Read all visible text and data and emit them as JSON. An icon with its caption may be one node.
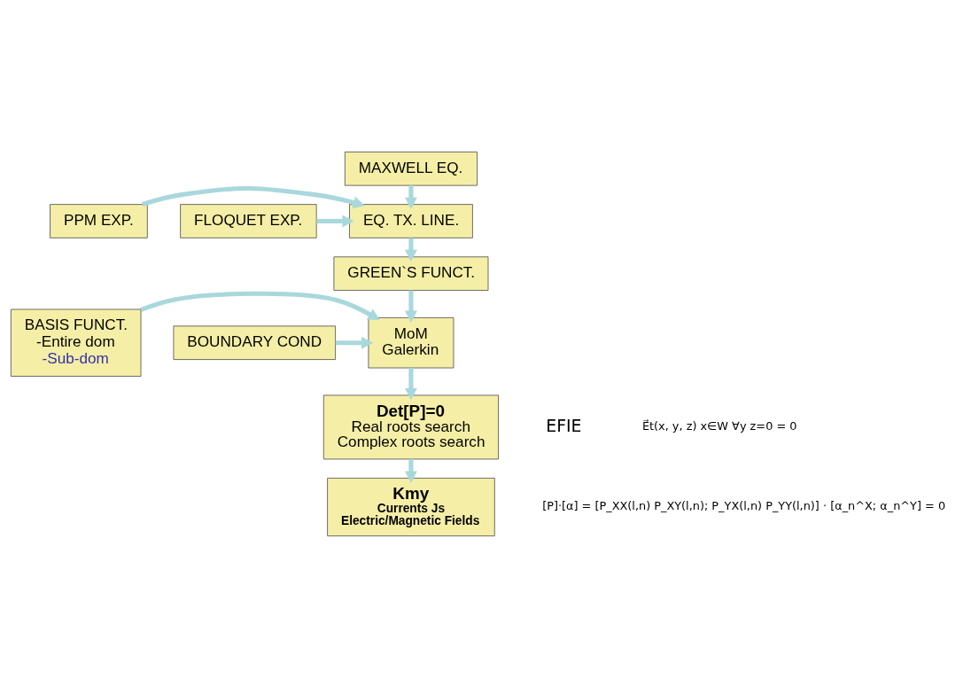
{
  "diagram": {
    "nodes": [
      {
        "text": [
          "MAXWELL EQ."
        ]
      },
      {
        "text": [
          "PPM EXP."
        ]
      },
      {
        "text": [
          "EQ. TX. LINE."
        ]
      },
      {
        "text": [
          "FLOQUET EXP."
        ]
      },
      {
        "text": [
          "GREEN`S FUNCT."
        ]
      },
      {
        "text": [
          "BASIS FUNCT.",
          "-Entire dom",
          "-Sub-dom"
        ]
      },
      {
        "text": [
          "MoM",
          "Galerkin"
        ]
      },
      {
        "text": [
          "BOUNDARY COND"
        ]
      },
      {
        "text": [
          "Det[P]=0",
          "Real roots search",
          "Complex roots search"
        ]
      },
      {
        "text": [
          "Kmy",
          "Currents Js",
          "Electric/Magnetic Fields"
        ]
      }
    ],
    "edges": [
      {
        "from": 0,
        "to": 2,
        "arrow": "to"
      },
      {
        "from": 1,
        "to": 2,
        "arrow": "to"
      },
      {
        "from": 3,
        "to": 2,
        "arrow": "to"
      },
      {
        "from": 2,
        "to": 4,
        "arrow": "to"
      },
      {
        "from": 4,
        "to": 6,
        "arrow": "to"
      },
      {
        "from": 5,
        "to": 6,
        "arrow": "to"
      },
      {
        "from": 7,
        "to": 6,
        "arrow": "to"
      },
      {
        "from": 6,
        "to": 8,
        "arrow": "to"
      },
      {
        "from": 8,
        "to": 9,
        "arrow": "to"
      }
    ],
    "labels": [
      "EFIE",
      "E⃗t(x, y, z) x∈W ∀y z=0 = 0",
      "[P]·[α] = [P_XX(l,n) P_XY(l,n); P_YX(l,n) P_YY(l,n)] · [α_n^X; α_n^Y] = 0"
    ]
  }
}
